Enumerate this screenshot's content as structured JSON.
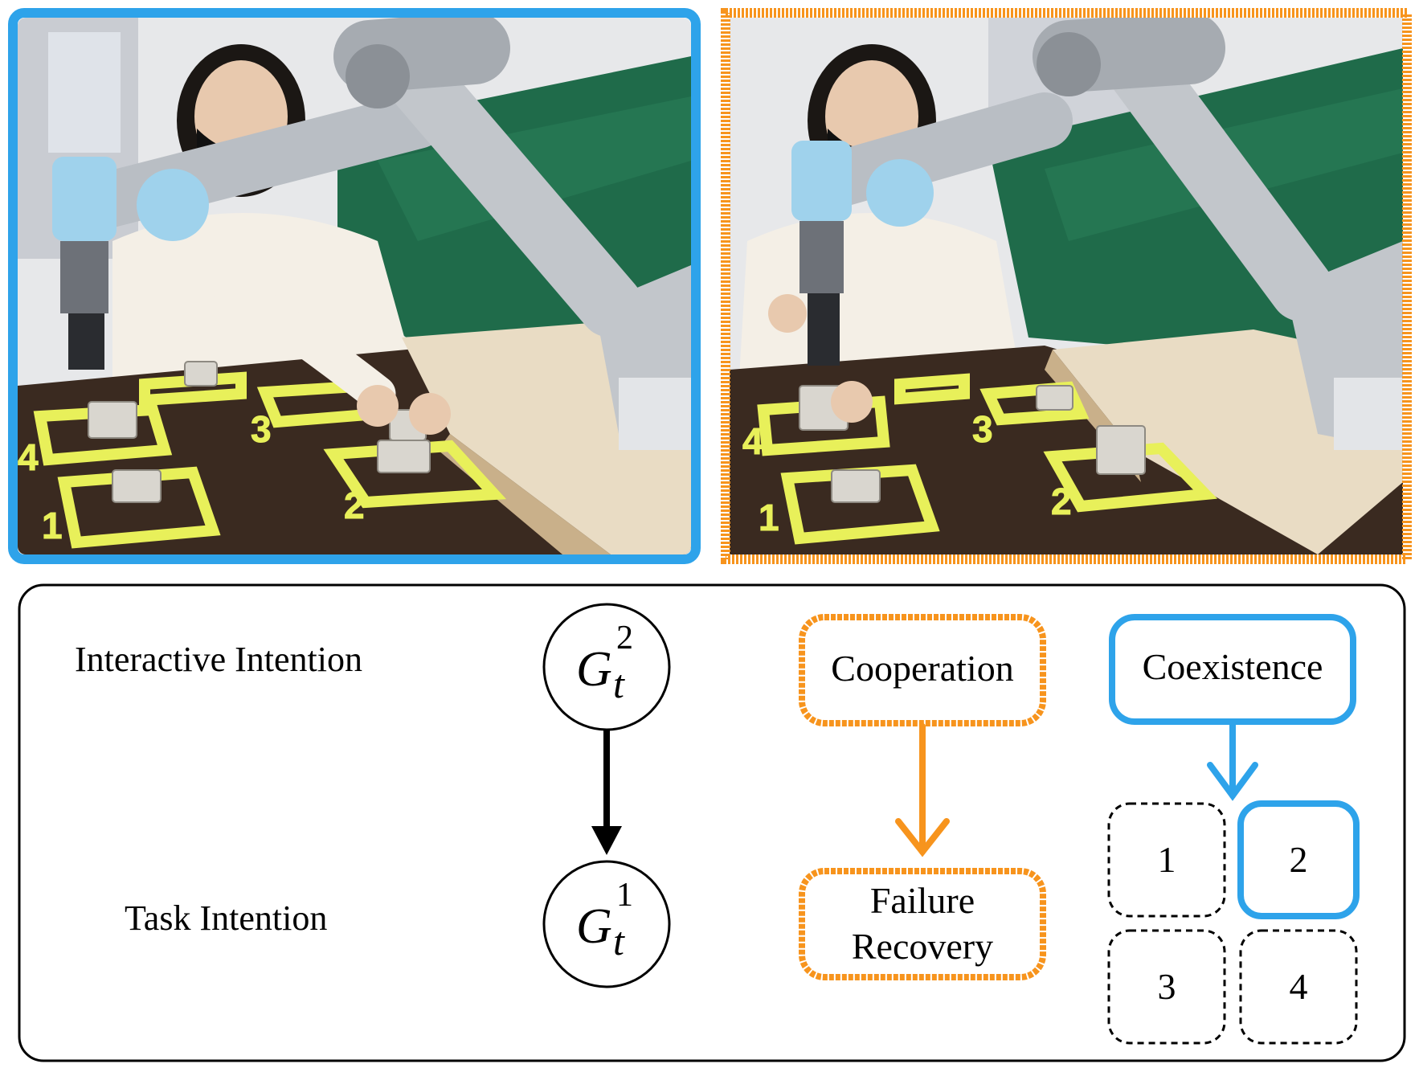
{
  "colors": {
    "coexistence_blue": "#2ea3ea",
    "cooperation_orange": "#f7941d",
    "tape_yellow": "#e8f05a",
    "table_brown": "#3a2a20",
    "board_wood": "#e9dcc4",
    "curtain_green": "#1f6b4a",
    "wall": "#e9eaec",
    "robot_metal": "#b9bec4",
    "robot_joint_blue": "#9fd2ec",
    "stroke_black": "#000000"
  },
  "photos": {
    "left": {
      "description_icon": "robot-human-coexistence-photo",
      "slot_labels": [
        "1",
        "2",
        "3",
        "4"
      ]
    },
    "right": {
      "description_icon": "robot-human-cooperation-photo",
      "slot_labels": [
        "1",
        "2",
        "3",
        "4"
      ]
    }
  },
  "legend": {
    "interactive_intention_label": "Interactive Intention",
    "task_intention_label": "Task Intention",
    "node_top": {
      "base": "G",
      "sub": "t",
      "sup": "2"
    },
    "node_bottom": {
      "base": "G",
      "sub": "t",
      "sup": "1"
    },
    "cooperation_label": "Cooperation",
    "failure_recovery_line1": "Failure",
    "failure_recovery_line2": "Recovery",
    "coexistence_label": "Coexistence",
    "grid_labels": [
      "1",
      "2",
      "3",
      "4"
    ]
  }
}
